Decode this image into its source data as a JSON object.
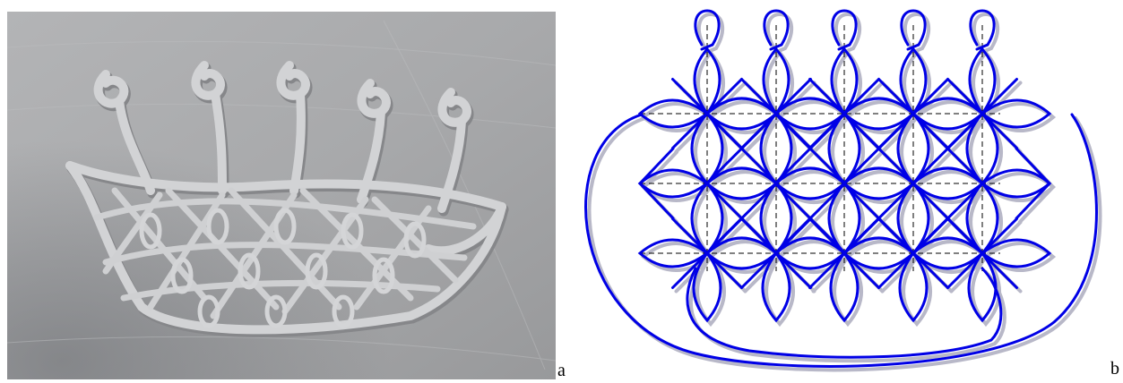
{
  "panels": {
    "a": {
      "label": "a",
      "kind": "photograph of a knotwork basket pattern carved into grey clay/stone"
    },
    "b": {
      "label": "b",
      "kind": "line drawing of the same knotwork basket pattern over a dashed construction grid"
    }
  },
  "colors": {
    "photo_background": "#a9aaac",
    "photo_relief": "#d2d3d5",
    "photo_shadow": "#86878a",
    "drawing_line": "#0000e6",
    "drawing_shadow": "#b8b8c8",
    "grid_line": "#000000"
  }
}
